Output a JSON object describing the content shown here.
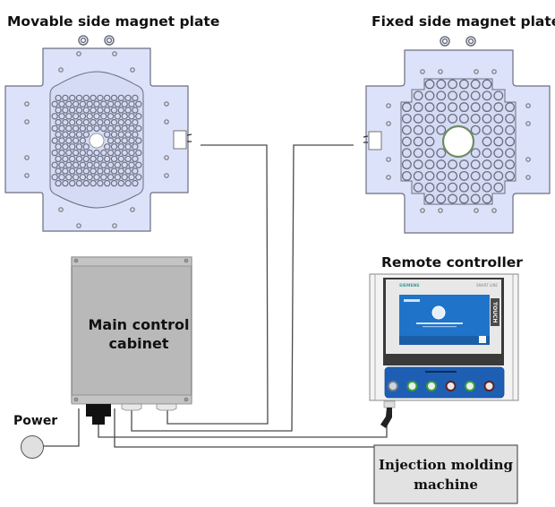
{
  "labels": {
    "movable_plate": "Movable side magnet plate",
    "fixed_plate": "Fixed side magnet plate",
    "remote_controller": "Remote controller",
    "main_cabinet_line1": "Main control",
    "main_cabinet_line2": "cabinet",
    "power": "Power",
    "injection_machine_line1": "Injection molding",
    "injection_machine_line2": "machine"
  },
  "remote_screen": {
    "brand": "SIEMENS",
    "series": "SMART LINE",
    "side_text": "TOUCH"
  },
  "remote_panel": {
    "button_count": 6,
    "button_colors": [
      "key",
      "green",
      "green",
      "red",
      "green",
      "red"
    ]
  },
  "colors": {
    "plate_fill": "#dde2fb",
    "plate_stroke": "#6b6f80",
    "cabinet_fill": "#b9b9b9",
    "wire": "#4a4a4a",
    "panel_blue": "#1e5fb3",
    "screen_blue": "#1f73c9",
    "machine_fill": "#e2e2e2"
  }
}
